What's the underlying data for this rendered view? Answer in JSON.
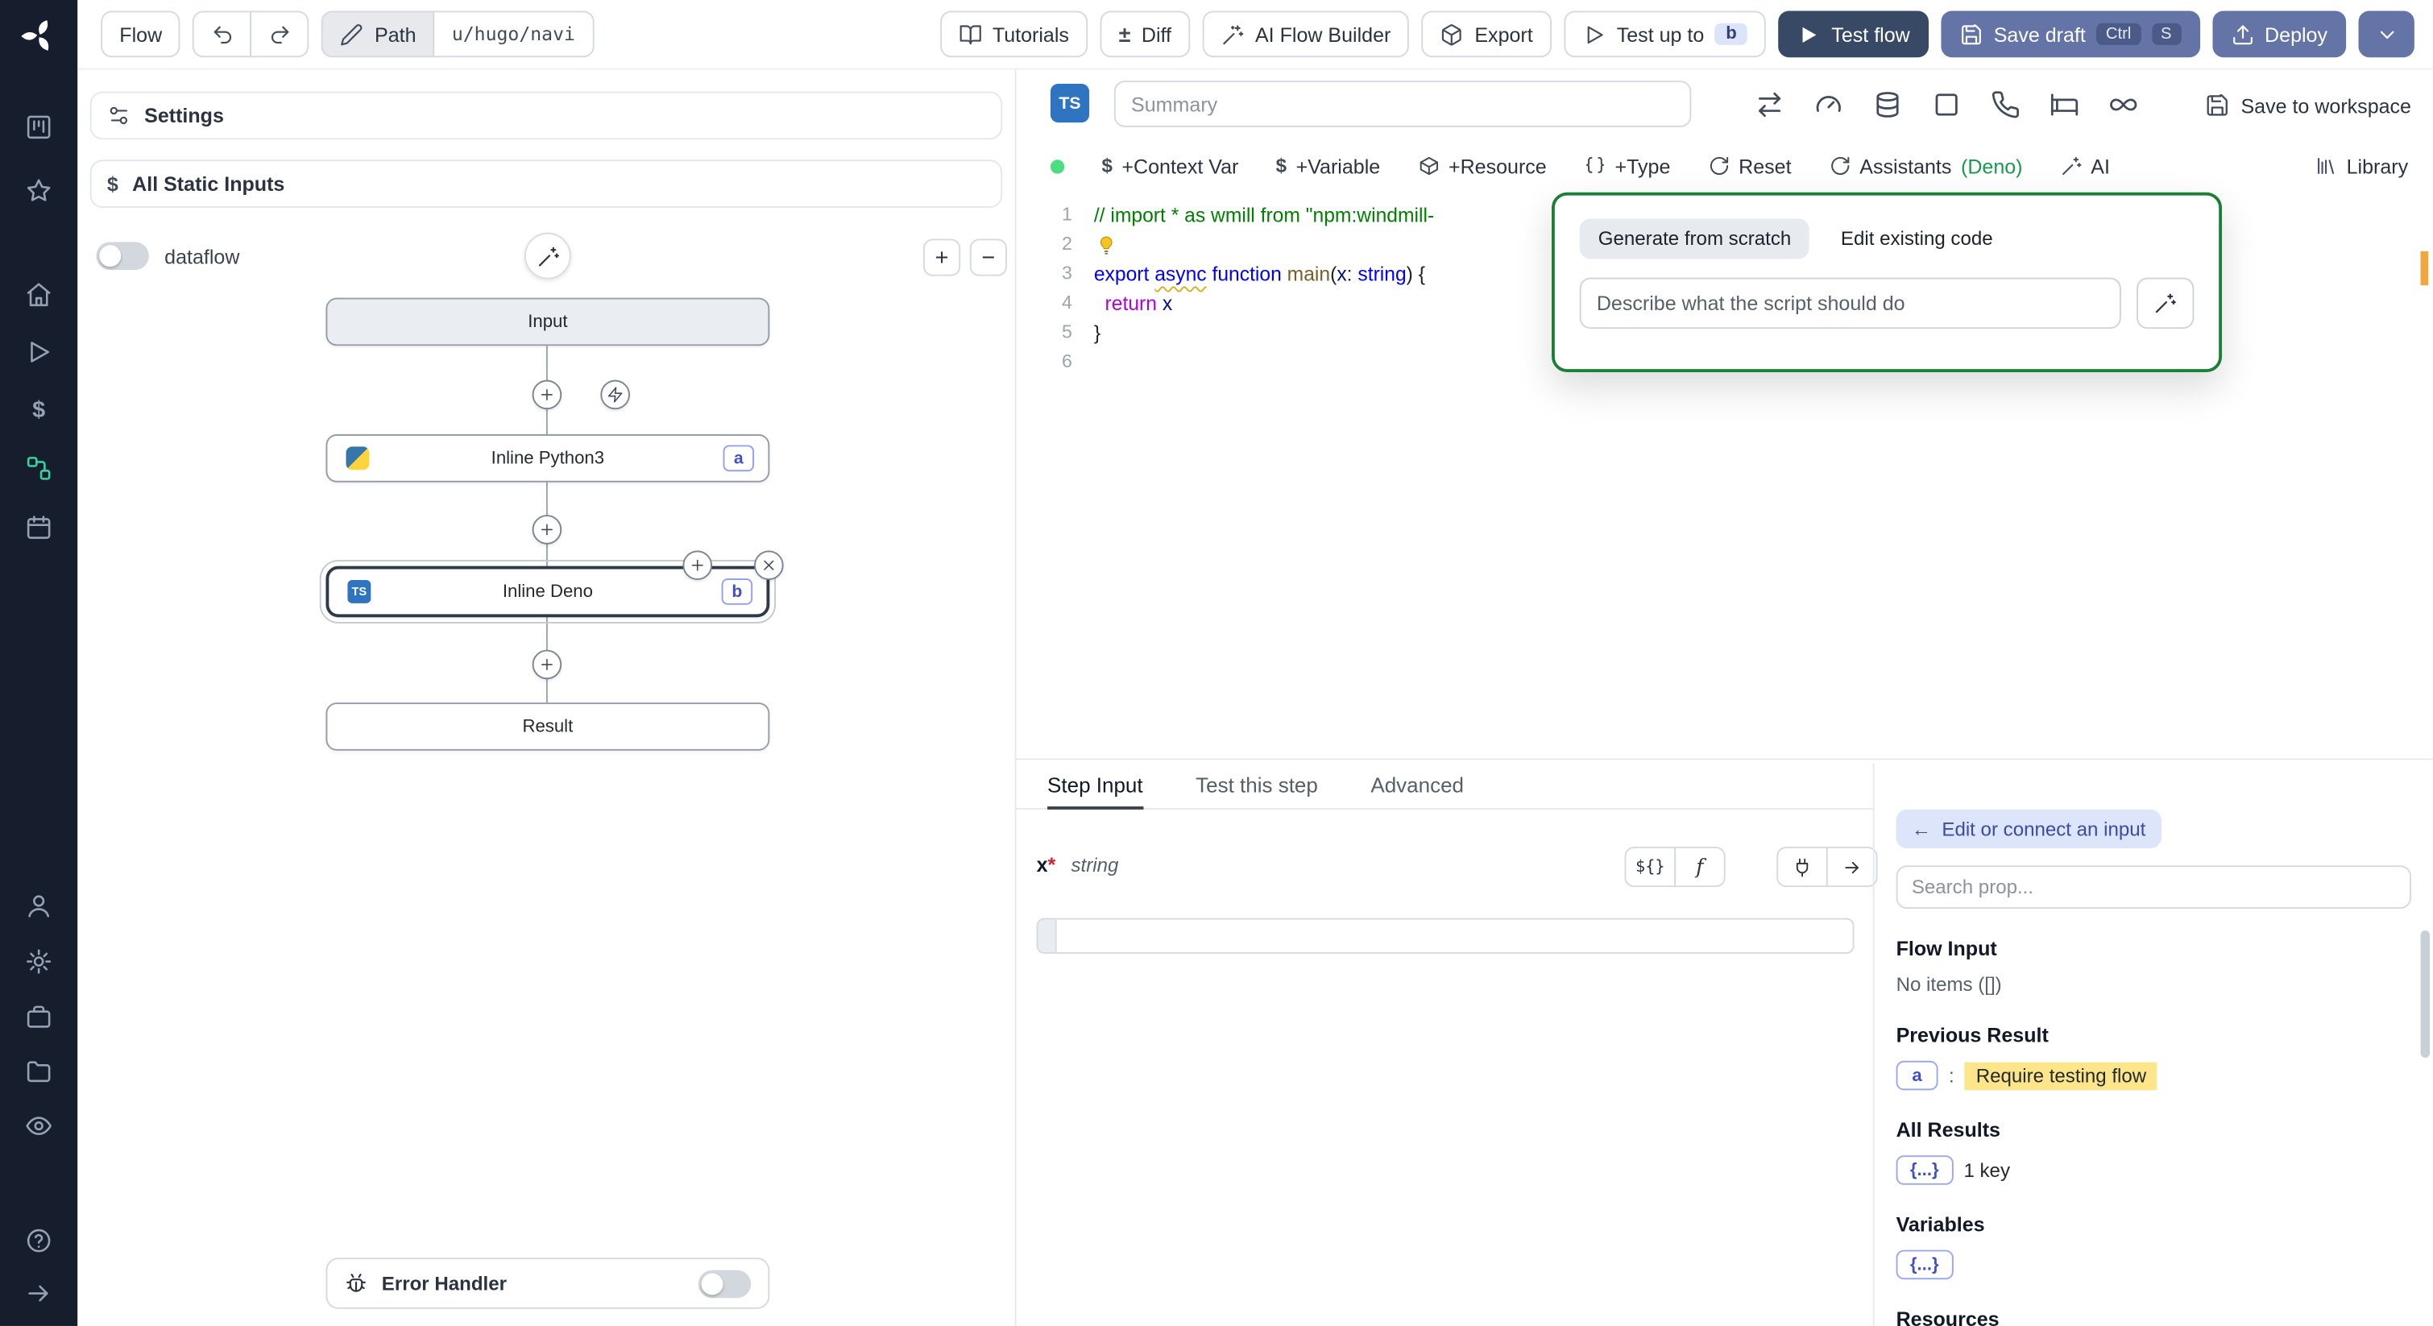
{
  "icons": {
    "dollar": "$",
    "plus_minus": "±",
    "arrow_left": "←"
  },
  "topbar": {
    "flow": "Flow",
    "path_label": "Path",
    "path_value": "u/hugo/navi",
    "tutorials": "Tutorials",
    "diff": "Diff",
    "ai_flow_builder": "AI Flow Builder",
    "export": "Export",
    "test_up_to": "Test up to",
    "test_up_to_badge": "b",
    "test_flow": "Test flow",
    "save_draft": "Save draft",
    "kbd_ctrl": "Ctrl",
    "kbd_s": "S",
    "deploy": "Deploy"
  },
  "left_panel": {
    "settings": "Settings",
    "all_static_inputs": "All Static Inputs",
    "dataflow": "dataflow",
    "zoom_in": "+",
    "zoom_out": "−",
    "nodes": {
      "input": "Input",
      "python_label": "Inline Python3",
      "python_badge": "a",
      "deno_label": "Inline Deno",
      "deno_badge": "b",
      "result": "Result"
    },
    "error_handler": "Error Handler"
  },
  "editor": {
    "lang_badge": "TS",
    "summary_placeholder": "Summary",
    "save_to_workspace": "Save to workspace",
    "toolbar": {
      "context_var": "+Context Var",
      "variable": "+Variable",
      "resource": "+Resource",
      "type": "+Type",
      "reset": "Reset",
      "assistants": "Assistants",
      "assistants_lang": "(Deno)",
      "ai": "AI",
      "library": "Library"
    },
    "code": {
      "line_numbers": [
        "1",
        "2",
        "3",
        "4",
        "5",
        "6"
      ],
      "lines": [
        [
          [
            "// import * as wmill from \"npm:windmill-",
            "comment"
          ]
        ],
        [],
        [
          [
            "export",
            "kw"
          ],
          [
            " ",
            "plain"
          ],
          [
            "async",
            "kw warn"
          ],
          [
            " ",
            "plain"
          ],
          [
            "function",
            "kw"
          ],
          [
            " ",
            "plain"
          ],
          [
            "main",
            "fn"
          ],
          [
            "(",
            "plain"
          ],
          [
            "x",
            "param"
          ],
          [
            ": ",
            "plain"
          ],
          [
            "string",
            "kw"
          ],
          [
            ") {",
            "plain"
          ]
        ],
        [
          [
            "  ",
            "plain"
          ],
          [
            "return",
            "ctrl"
          ],
          [
            " ",
            "plain"
          ],
          [
            "x",
            "param"
          ]
        ],
        [
          [
            "}",
            "plain"
          ]
        ],
        []
      ]
    }
  },
  "ai_popup": {
    "generate_tab": "Generate from scratch",
    "edit_tab": "Edit existing code",
    "input_placeholder": "Describe what the script should do"
  },
  "step_panel": {
    "tabs": [
      "Step Input",
      "Test this step",
      "Advanced"
    ],
    "field_name": "x",
    "required_mark": "*",
    "field_type": "string",
    "toggle_expr": "${}",
    "toggle_fn": "f"
  },
  "right_panel": {
    "edit_connect": "Edit or connect an input",
    "search_placeholder": "Search prop...",
    "flow_input_title": "Flow Input",
    "flow_input_empty": "No items ([])",
    "previous_result_title": "Previous Result",
    "previous_result_badge": "a",
    "previous_result_note": "Require testing flow",
    "all_results_title": "All Results",
    "object_badge": "{...}",
    "all_results_count": "1 key",
    "variables_title": "Variables",
    "resources_title": "Resources"
  }
}
